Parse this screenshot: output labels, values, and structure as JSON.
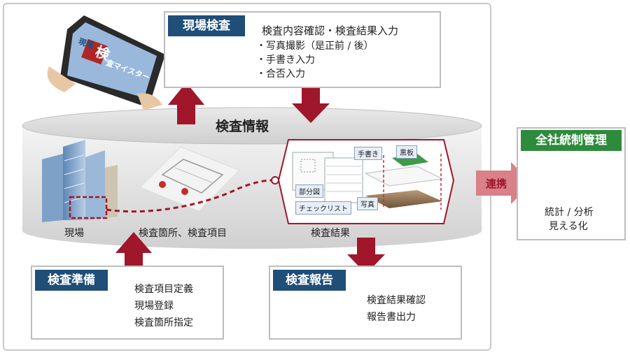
{
  "db": {
    "title": "検査情報"
  },
  "site_inspection": {
    "tag": "現場検査",
    "lines": [
      "検査内容確認・検査結果入力",
      "・写真撮影（是正前 / 後）",
      "・手書き入力",
      "・合否入力"
    ]
  },
  "tablet": {
    "label_1": "現場",
    "label_2": "検",
    "label_3": "査マイスター"
  },
  "prep": {
    "tag": "検査準備",
    "lines": [
      "検査項目定義",
      "現場登録",
      "検査箇所指定"
    ]
  },
  "report": {
    "tag": "検査報告",
    "lines": [
      "検査結果確認",
      "報告書出力"
    ]
  },
  "labels": {
    "site": "現場",
    "items": "検査箇所、検査項目",
    "results": "検査結果"
  },
  "results_callouts": {
    "partial": "部分図",
    "checklist": "チェックリスト",
    "handwriting": "手書き",
    "blackboard": "黒板",
    "photo": "写真"
  },
  "link": {
    "label": "連携"
  },
  "mgmt": {
    "tag": "全社統制管理",
    "line1": "統計 / 分析",
    "line2": "見える化"
  },
  "colors": {
    "navy": "#1f4e79",
    "green": "#2e8b3c",
    "maroon": "#a0162a",
    "pink": "#d98088"
  }
}
